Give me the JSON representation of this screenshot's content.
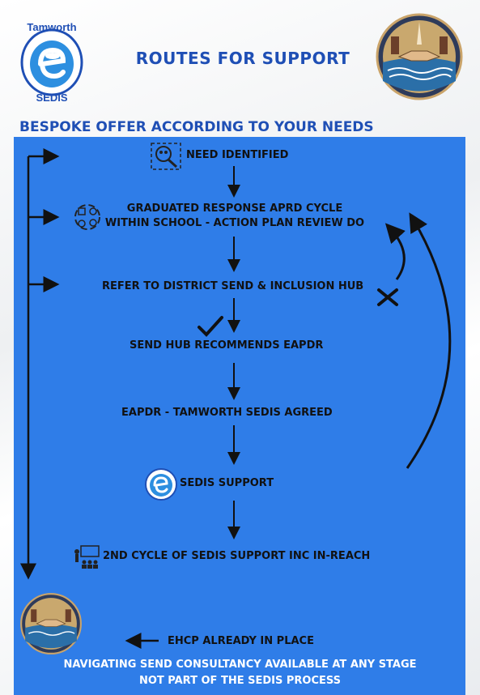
{
  "header": {
    "logo_top_text": "Tamworth",
    "logo_bottom_text": "SEDIS",
    "title": "ROUTES FOR SUPPORT"
  },
  "subtitle": "BESPOKE OFFER ACCORDING TO YOUR NEEDS",
  "steps": {
    "need": "NEED IDENTIFIED",
    "graduated_line1": "GRADUATED RESPONSE APRD  CYCLE",
    "graduated_line2": "WITHIN SCHOOL - ACTION PLAN REVIEW DO",
    "refer": "REFER TO DISTRICT SEND & INCLUSION HUB",
    "hub": "SEND HUB RECOMMENDS EAPDR",
    "eapdr": "EAPDR - TAMWORTH SEDIS AGREED",
    "sedis": "SEDIS SUPPORT",
    "second": "2ND CYCLE OF SEDIS SUPPORT INC IN-REACH",
    "ehcp": "EHCP ALREADY IN PLACE"
  },
  "footer": {
    "line1": "NAVIGATING SEND CONSULTANCY AVAILABLE AT ANY STAGE",
    "line2": "NOT PART OF THE SEDIS PROCESS"
  },
  "colors": {
    "panel": "#2f7de8",
    "title": "#1f4fb5",
    "logo_blue": "#3aa0e0"
  },
  "icons": [
    "magnifier-people-icon",
    "cycle-icon",
    "check-icon",
    "cross-icon",
    "teacher-icon",
    "sedis-e-icon",
    "seal-logo"
  ]
}
